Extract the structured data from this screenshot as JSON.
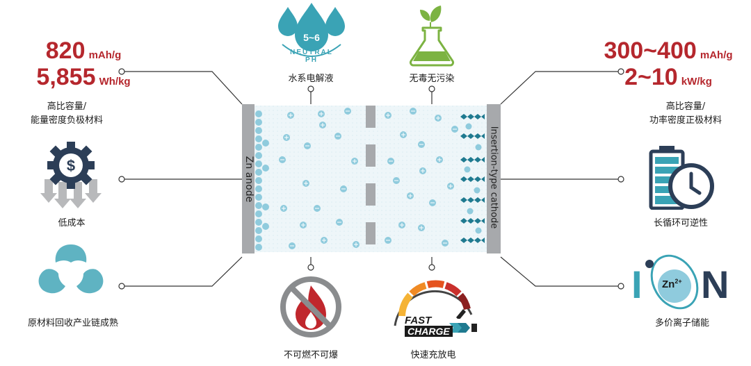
{
  "left_top": {
    "value1": "820",
    "unit1": "mAh/g",
    "value2": "5,855",
    "unit2": "Wh/kg",
    "caption_line1": "高比容量/",
    "caption_line2": "能量密度负极材料"
  },
  "right_top": {
    "value1": "300~400",
    "unit1": "mAh/g",
    "value2": "2~10",
    "unit2": "kW/kg",
    "caption_line1": "高比容量/",
    "caption_line2": "功率密度正极材料"
  },
  "left_mid": {
    "caption": "低成本"
  },
  "left_bottom": {
    "caption": "原材料回收产业链成熟"
  },
  "right_mid": {
    "caption": "长循环可逆性"
  },
  "right_bottom": {
    "caption": "多价离子储能",
    "ion_label": "Zn",
    "ion_charge": "2+",
    "letter_i": "I",
    "letter_n": "N"
  },
  "top_left": {
    "caption": "水系电解液",
    "drop_text": "5~6",
    "arc_text": "NEUTRAL PH"
  },
  "top_right": {
    "caption": "无毒无污染"
  },
  "bottom_left": {
    "caption": "不可燃不可爆"
  },
  "bottom_right": {
    "caption": "快速充放电",
    "fast_word": "FAST",
    "charge_word": "CHARGE"
  },
  "battery": {
    "anode_label": "Zn anode",
    "cathode_label": "Insertion-type cathode",
    "plus_symbol": "+",
    "minus_symbol": "−"
  },
  "colors": {
    "accent_red": "#b5272d",
    "teal": "#3aa3b5",
    "navy": "#2c3e57",
    "ion": "#8fcbdd",
    "electrode": "#a7a9ac"
  }
}
